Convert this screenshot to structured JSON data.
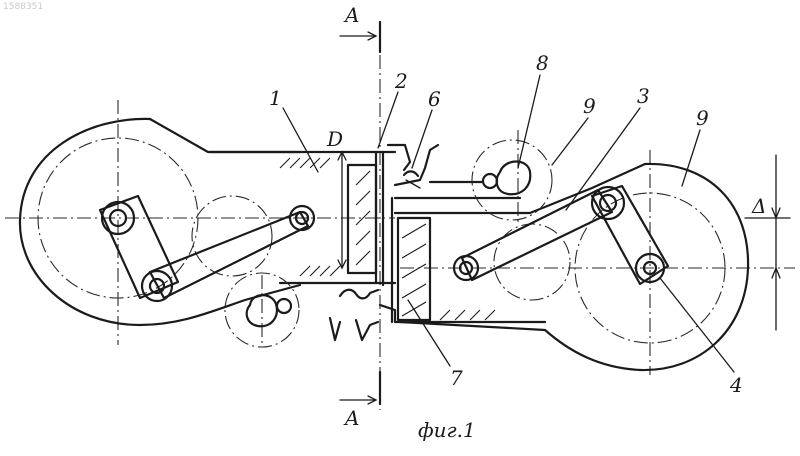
{
  "watermark": "1588351",
  "section": {
    "top": "A",
    "bottom": "A"
  },
  "labels": {
    "n1": "1",
    "n2": "2",
    "n3": "3",
    "n4": "4",
    "n6": "6",
    "n7": "7",
    "n8": "8",
    "n9a": "9",
    "n9b": "9",
    "dim_d": "D",
    "delta": "Δ"
  },
  "caption": "фиг.1"
}
